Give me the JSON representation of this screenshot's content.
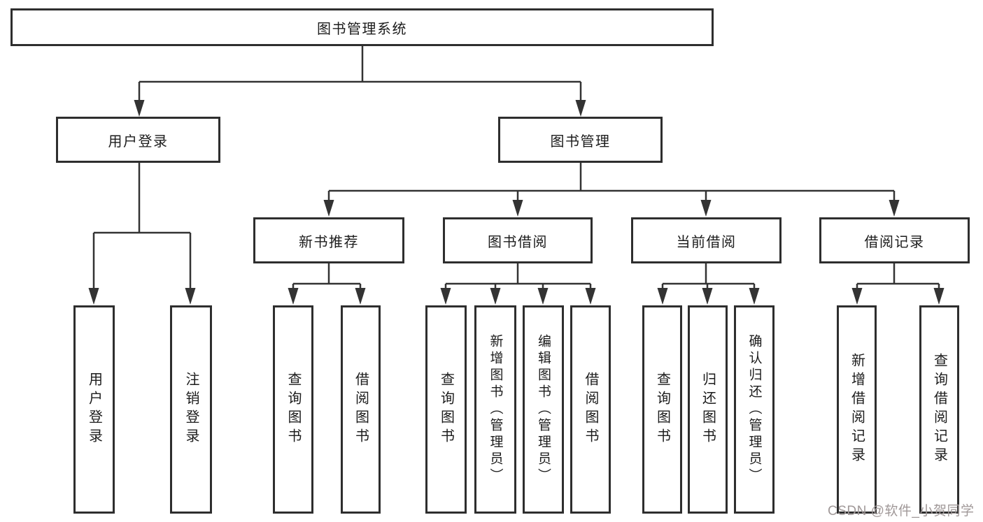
{
  "diagram": {
    "root": {
      "label": "图书管理系统"
    },
    "branches": [
      {
        "label": "用户登录",
        "children": [
          {
            "label": "用户登录"
          },
          {
            "label": "注销登录"
          }
        ]
      },
      {
        "label": "图书管理",
        "children": [
          {
            "label": "新书推荐",
            "children": [
              {
                "label": "查询图书"
              },
              {
                "label": "借阅图书"
              }
            ]
          },
          {
            "label": "图书借阅",
            "children": [
              {
                "label": "查询图书"
              },
              {
                "label": "新增图书（管理员）"
              },
              {
                "label": "编辑图书（管理员）"
              },
              {
                "label": "借阅图书"
              }
            ]
          },
          {
            "label": "当前借阅",
            "children": [
              {
                "label": "查询图书"
              },
              {
                "label": "归还图书"
              },
              {
                "label": "确认归还（管理员）"
              }
            ]
          },
          {
            "label": "借阅记录",
            "children": [
              {
                "label": "新增借阅记录"
              },
              {
                "label": "查询借阅记录"
              }
            ]
          }
        ]
      }
    ]
  },
  "watermark": {
    "text": "CSDN @软件_小贺同学"
  },
  "colors": {
    "line": "#333333",
    "border": "#2e2e2e",
    "text": "#1c1c1c",
    "background": "#ffffff",
    "watermark": "#a09898"
  }
}
